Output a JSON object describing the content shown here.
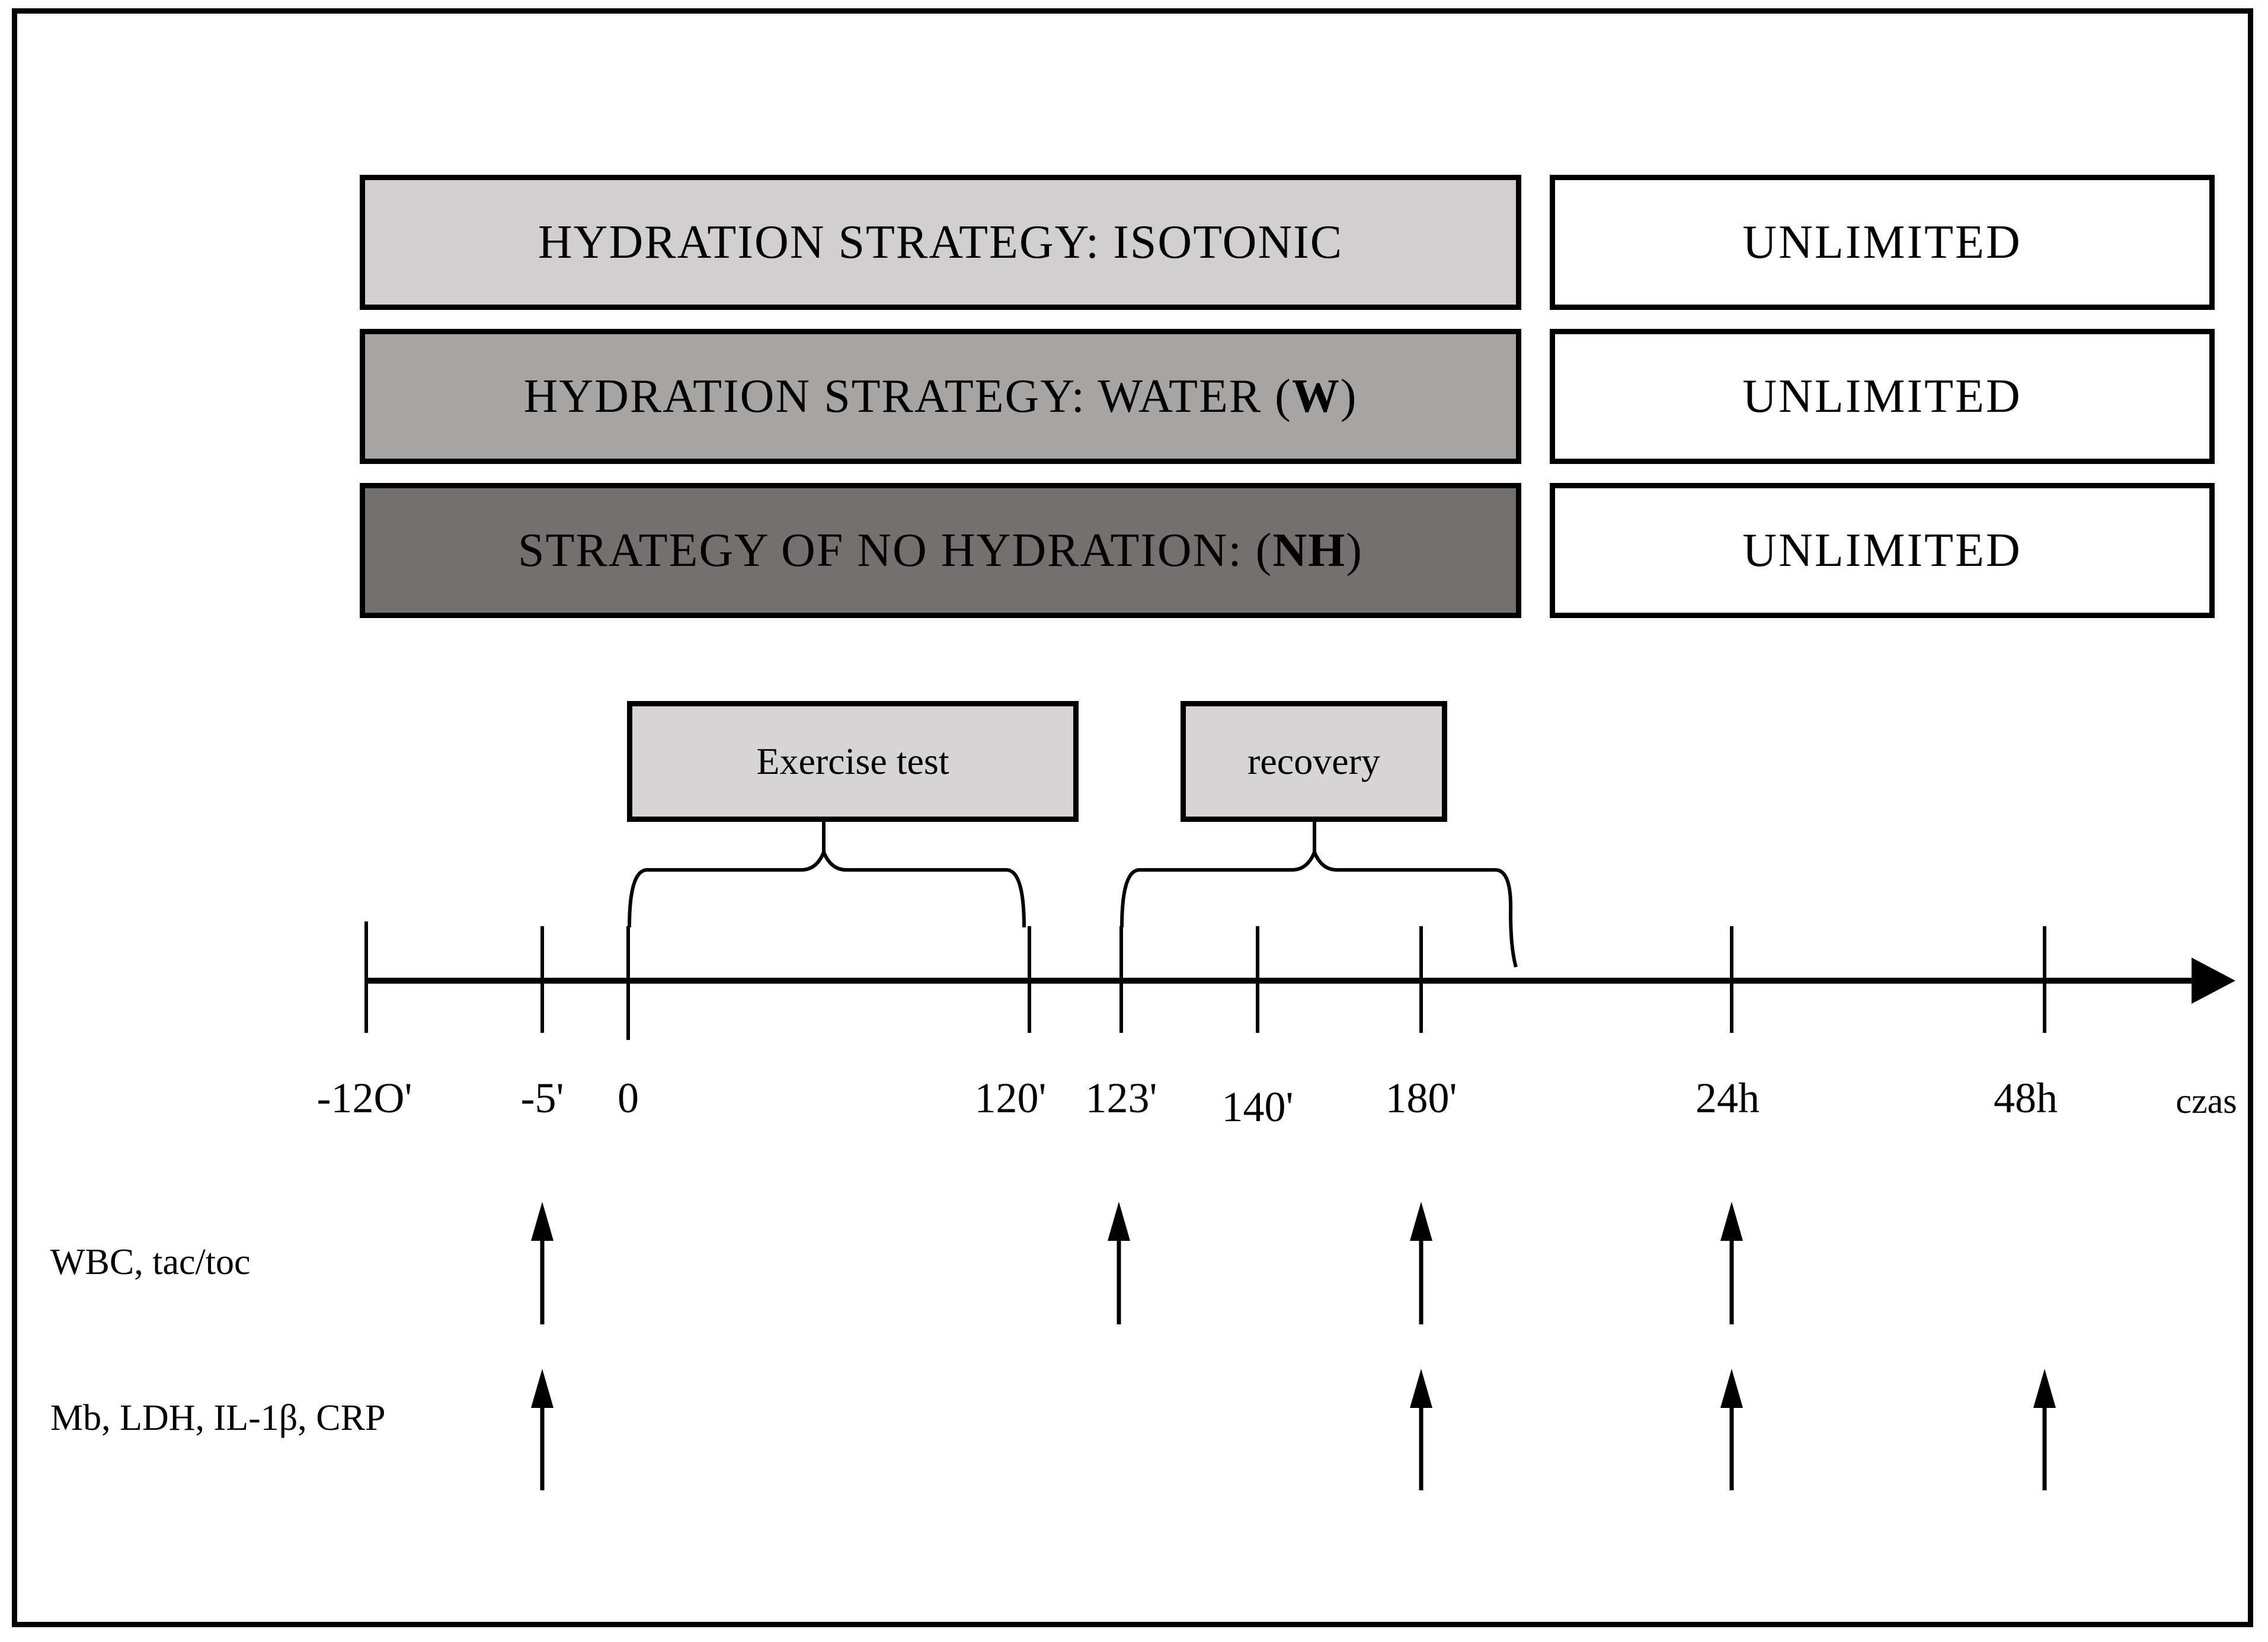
{
  "strategies": [
    {
      "prefix": "HYDRATION STRATEGY: ISOTONIC",
      "bold": "",
      "suffix": "",
      "fill": "#d1cfcf",
      "right_label": "UNLIMITED"
    },
    {
      "prefix": "HYDRATION STRATEGY: WATER (",
      "bold": "W",
      "suffix": ")",
      "fill": "#a7a4a4",
      "right_label": "UNLIMITED"
    },
    {
      "prefix": "STRATEGY OF NO HYDRATION: (",
      "bold": "NH",
      "suffix": ")",
      "fill": "#757070",
      "right_label": "UNLIMITED"
    }
  ],
  "phases": [
    {
      "label": "Exercise test",
      "fill": "#d6d4d4",
      "spans_ticks": [
        "0",
        "120'"
      ]
    },
    {
      "label": "recovery",
      "fill": "#d6d4d4",
      "spans_ticks": [
        "123'",
        "180'"
      ]
    }
  ],
  "timeline": {
    "axis_label": "czas",
    "ticks": [
      "-12O'",
      "-5'",
      "0",
      "120'",
      "123'",
      "140'",
      "180'",
      "24h",
      "48h"
    ]
  },
  "markers": [
    {
      "label": "WBC, tac/toc",
      "sampled_at": [
        "-5'",
        "123'",
        "180'",
        "24h"
      ]
    },
    {
      "label": "Mb, LDH, IL-1β, CRP",
      "sampled_at": [
        "-5'",
        "180'",
        "24h",
        "48h"
      ]
    }
  ],
  "colors": {
    "light_gray": "#d1cfcf",
    "medium_gray": "#a7a4a4",
    "dark_gray": "#757070",
    "phase_gray": "#d6d4d4",
    "line_black": "#000000"
  }
}
